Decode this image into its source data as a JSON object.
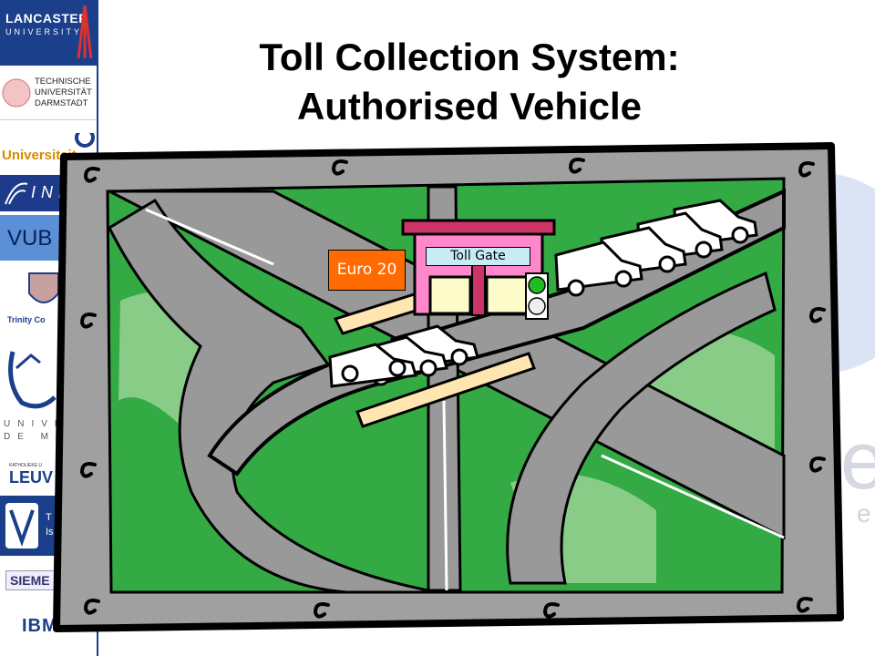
{
  "slide": {
    "title_line1": "Toll Collection System:",
    "title_line2": "Authorised Vehicle"
  },
  "scene": {
    "price_label": "Euro 20",
    "gate_label": "Toll Gate",
    "light_active": "green"
  },
  "sidebar": {
    "lancaster_line1": "LANCASTER",
    "lancaster_line2": "UNIVERSITY",
    "tud_line1": "TECHNISCHE",
    "tud_line2": "UNIVERSITÄT",
    "tud_line3": "DARMSTADT",
    "universiteit": "Universiteit",
    "inria": "INR",
    "vub": "VUB",
    "trinity": "Trinity Co",
    "malaga_line1": "UNIVE",
    "malaga_line2": "DE MA",
    "leuven_small": "KATHOLIEKE U",
    "leuven": "LEUV",
    "technion": "T\nIs",
    "siemens": "SIEME",
    "ibm": "IBM."
  },
  "colors": {
    "frame": "#999999",
    "road": "#999999",
    "grass": "#33aa44",
    "grass_light": "#88cc88",
    "booth_roof": "#cc3366",
    "booth_body": "#ff88cc",
    "light_green": "#22bb22",
    "price_tag": "#ff6b00",
    "sign": "#c8ecf6",
    "sidebar_border": "#1b3f8b"
  }
}
